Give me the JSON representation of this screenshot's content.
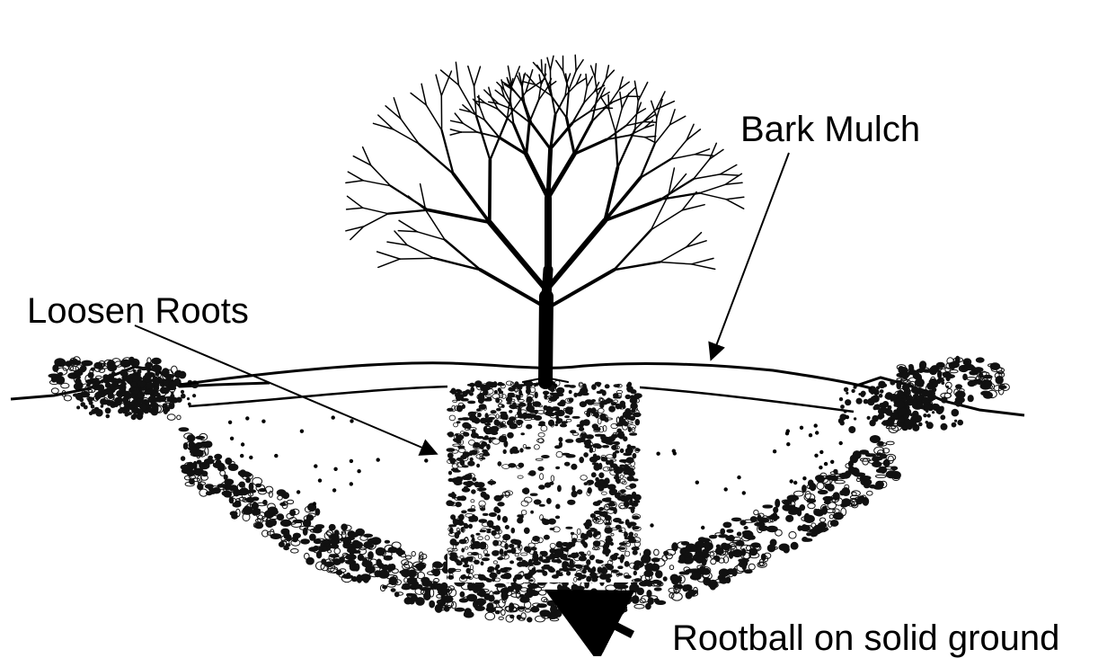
{
  "labels": {
    "bark_mulch": "Bark Mulch",
    "loosen_roots": "Loosen Roots",
    "rootball": "Rootball on solid ground"
  },
  "colors": {
    "ink": "#000000",
    "background": "#ffffff"
  }
}
